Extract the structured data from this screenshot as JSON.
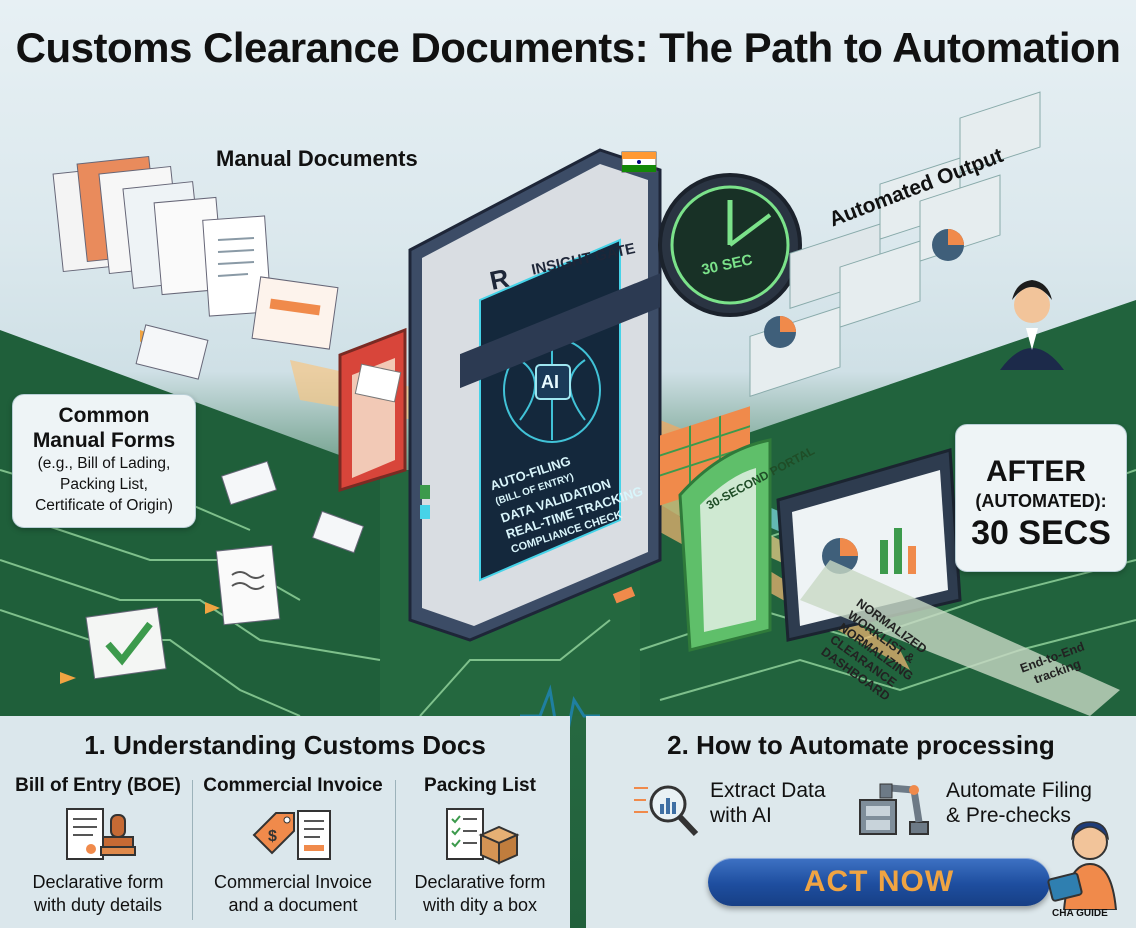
{
  "title": "Customs Clearance Documents: The Path to Automation",
  "labels": {
    "manual_documents": "Manual Documents",
    "automated_output": "Automated Output",
    "gate_brand": "INSIGHT GATE",
    "timer": "30 SEC",
    "ai_chip": "AI",
    "portal": "30-SECOND PORTAL"
  },
  "gate_screen_lines": [
    "AUTO-FILING",
    "(BILL OF ENTRY)",
    "DATA VALIDATION",
    "REAL-TIME TRACKING",
    "COMPLIANCE CHECK"
  ],
  "dashboard_caption": [
    "NORMALIZED",
    "WORKLIST &",
    "NORMALIZING",
    "CLEARANCE",
    "DASHBOARD"
  ],
  "end_to_end": [
    "End-to-End",
    "tracking"
  ],
  "common_forms": {
    "heading_line1": "Common",
    "heading_line2": "Manual Forms",
    "lines": [
      "(e.g., Bill of Lading,",
      "Packing List,",
      "Certificate of Origin)"
    ]
  },
  "after": {
    "line1": "AFTER",
    "line2": "(AUTOMATED):",
    "line3": "30 SECS"
  },
  "section1": {
    "heading": "1. Understanding Customs Docs",
    "columns": [
      {
        "title": "Bill of Entry (BOE)",
        "desc1": "Declarative form",
        "desc2": "with duty details"
      },
      {
        "title": "Commercial Invoice",
        "desc1": "Commercial Invoice",
        "desc2": "and a document"
      },
      {
        "title": "Packing List",
        "desc1": "Declarative form",
        "desc2": "with dity a box"
      }
    ]
  },
  "section2": {
    "heading": "2. How to Automate processing",
    "steps": [
      {
        "line1": "Extract Data",
        "line2": "with AI"
      },
      {
        "line1": "Automate Filing",
        "line2": "& Pre-checks"
      }
    ]
  },
  "cta": "ACT NOW",
  "brand": "CHA GUIDE",
  "colors": {
    "circuit_green": "#23663f",
    "trace_green": "#8fd19a",
    "accent_orange": "#f0a442",
    "cta_blue": "#1e4e9f",
    "gate_blue": "#3c4c66",
    "glow_cyan": "#46d3e8"
  }
}
